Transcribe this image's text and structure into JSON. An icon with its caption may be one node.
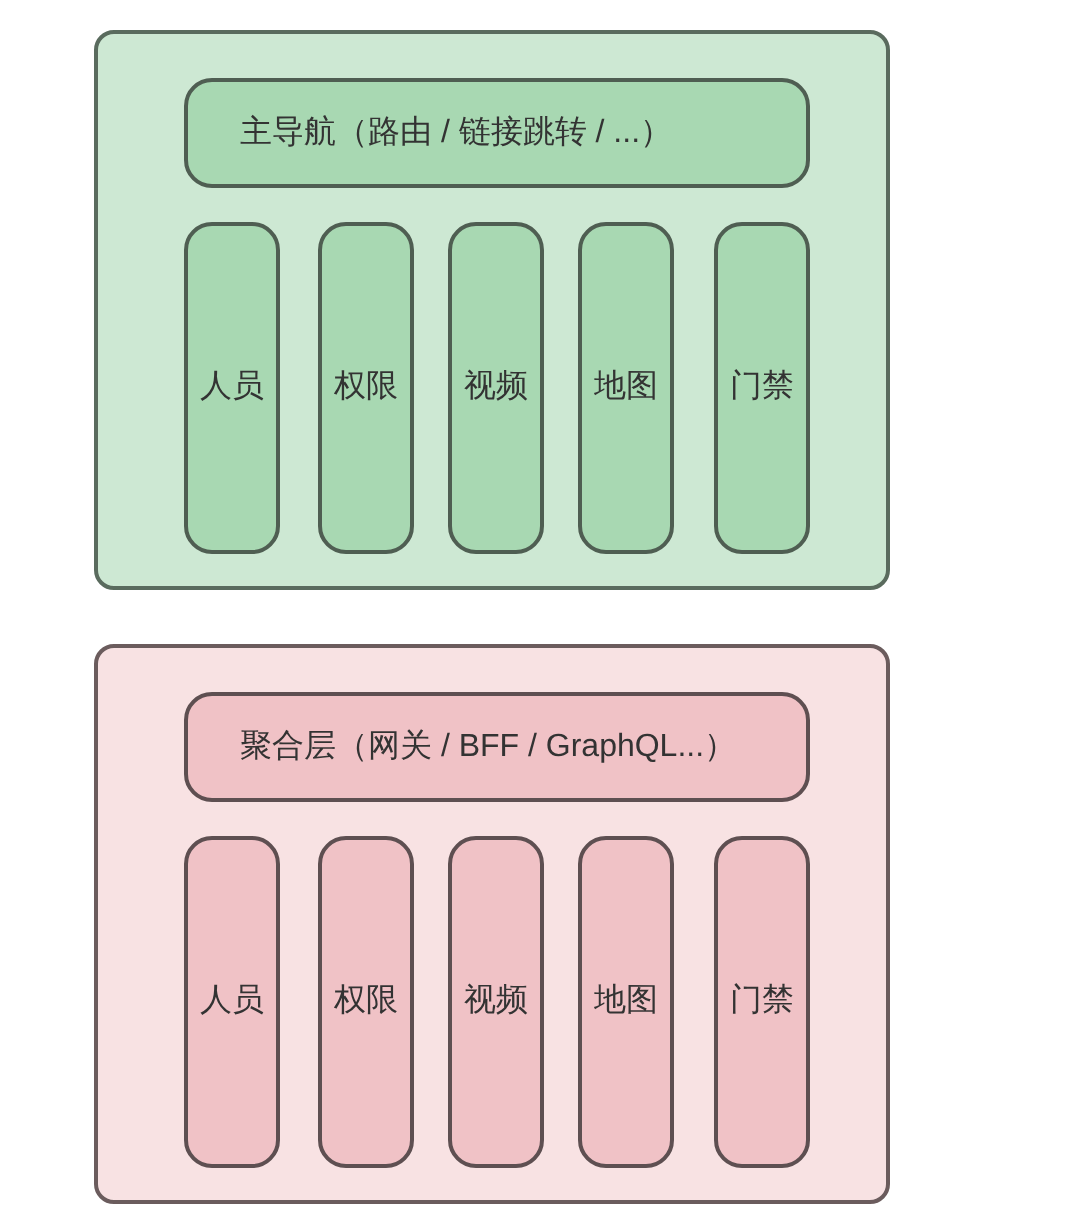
{
  "diagram": {
    "nodes": [
      {
        "text": [],
        "shape": "box"
      },
      {
        "text": [
          "主导航（路由 / 链接跳转 / ...）"
        ],
        "in": 0
      },
      {
        "text": [
          "人员"
        ],
        "in": 0
      },
      {
        "text": [
          "权限"
        ],
        "in": 0
      },
      {
        "text": [
          "视频"
        ],
        "in": 0
      },
      {
        "text": [
          "地图"
        ],
        "in": 0
      },
      {
        "text": [
          "门禁"
        ],
        "in": 0
      },
      {
        "text": [],
        "shape": "box"
      },
      {
        "text": [
          "聚合层（网关 / BFF / GraphQL...）"
        ],
        "in": 7
      },
      {
        "text": [
          "人员"
        ],
        "in": 7
      },
      {
        "text": [
          "权限"
        ],
        "in": 7
      },
      {
        "text": [
          "视频"
        ],
        "in": 7
      },
      {
        "text": [
          "地图"
        ],
        "in": 7
      },
      {
        "text": [
          "门禁"
        ],
        "in": 7
      }
    ]
  }
}
